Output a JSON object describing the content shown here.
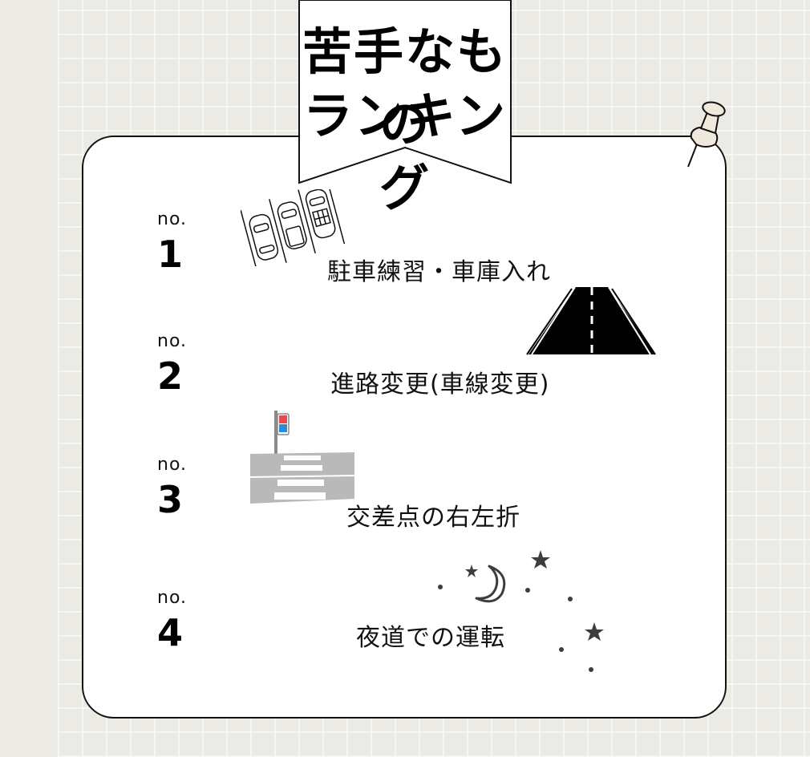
{
  "title": {
    "line1": "苦手なもの",
    "line2": "ランキング"
  },
  "ranking": [
    {
      "no_label": "no.",
      "number": "1",
      "label": "駐車練習・車庫入れ",
      "icon": "parking-lot-icon"
    },
    {
      "no_label": "no.",
      "number": "2",
      "label": "進路変更(車線変更)",
      "icon": "road-icon"
    },
    {
      "no_label": "no.",
      "number": "3",
      "label": "交差点の右左折",
      "icon": "crosswalk-traffic-light-icon"
    },
    {
      "no_label": "no.",
      "number": "4",
      "label": "夜道での運転",
      "icon": "night-moon-stars-icon"
    }
  ],
  "colors": {
    "background": "#eceae4",
    "card": "#ffffff",
    "outline": "#111111",
    "crosswalk_gray": "#b9b9b9",
    "signal_red": "#e8484f",
    "signal_blue": "#2a8bd6",
    "pin_fill": "#efe9dc",
    "night_icon": "#3d3d3d"
  }
}
